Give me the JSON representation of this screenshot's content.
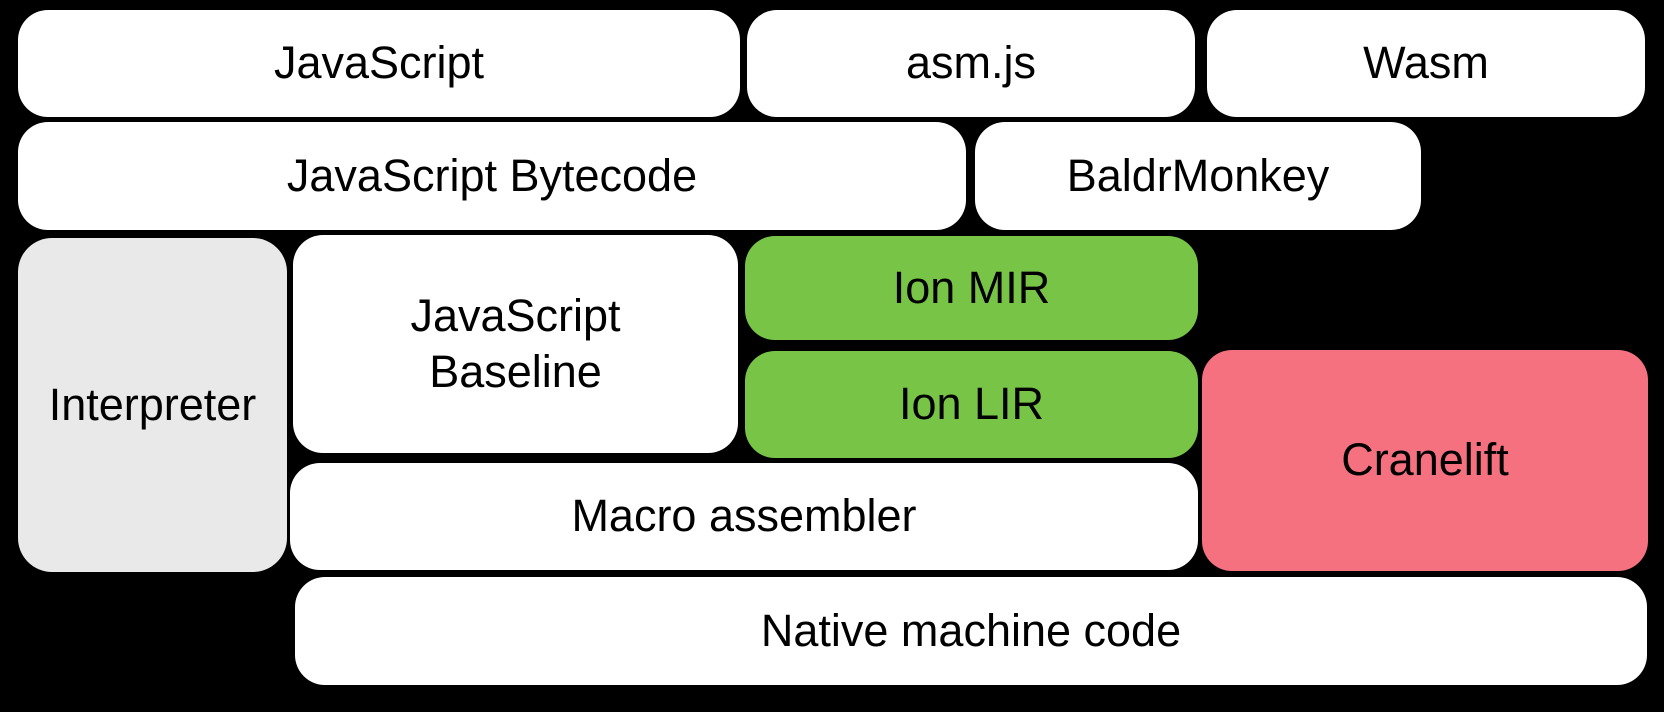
{
  "diagram": {
    "background_color": "#000000",
    "text_color": "#000000",
    "palette": {
      "source_box": "#ffffff",
      "interpreter_box": "#e9e9e9",
      "ion_box": "#77c446",
      "cranelift_box": "#f5717f"
    },
    "boxes": [
      {
        "id": "javascript",
        "label": "JavaScript",
        "color": "#ffffff"
      },
      {
        "id": "asmjs",
        "label": "asm.js",
        "color": "#ffffff"
      },
      {
        "id": "wasm",
        "label": "Wasm",
        "color": "#ffffff"
      },
      {
        "id": "javascript-bytecode",
        "label": "JavaScript Bytecode",
        "color": "#ffffff"
      },
      {
        "id": "baldrmonkey",
        "label": "BaldrMonkey",
        "color": "#ffffff"
      },
      {
        "id": "interpreter",
        "label": "Interpreter",
        "color": "#e9e9e9"
      },
      {
        "id": "javascript-baseline",
        "label": "JavaScript Baseline",
        "color": "#ffffff",
        "lines": [
          "JavaScript",
          "Baseline"
        ]
      },
      {
        "id": "ion-mir",
        "label": "Ion MIR",
        "color": "#77c446"
      },
      {
        "id": "ion-lir",
        "label": "Ion LIR",
        "color": "#77c446"
      },
      {
        "id": "cranelift",
        "label": "Cranelift",
        "color": "#f5717f"
      },
      {
        "id": "macro-assembler",
        "label": "Macro assembler",
        "color": "#ffffff"
      },
      {
        "id": "native-machine-code",
        "label": "Native machine code",
        "color": "#ffffff"
      }
    ]
  }
}
